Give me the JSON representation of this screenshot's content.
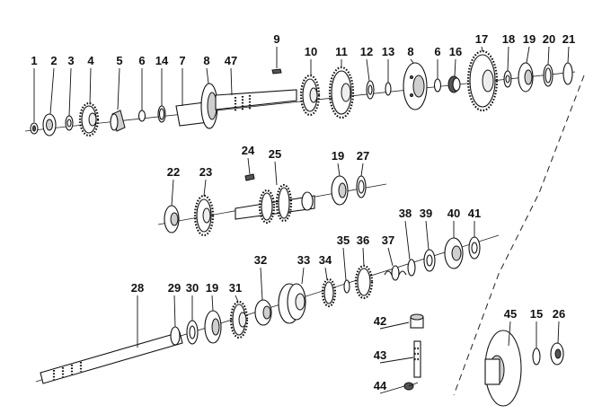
{
  "diagram": {
    "callouts": [
      {
        "id": "1",
        "label": "1"
      },
      {
        "id": "2",
        "label": "2"
      },
      {
        "id": "3",
        "label": "3"
      },
      {
        "id": "4",
        "label": "4"
      },
      {
        "id": "5",
        "label": "5"
      },
      {
        "id": "6a",
        "label": "6"
      },
      {
        "id": "14",
        "label": "14"
      },
      {
        "id": "7",
        "label": "7"
      },
      {
        "id": "8a",
        "label": "8"
      },
      {
        "id": "47",
        "label": "47"
      },
      {
        "id": "9",
        "label": "9"
      },
      {
        "id": "10",
        "label": "10"
      },
      {
        "id": "11",
        "label": "11"
      },
      {
        "id": "12",
        "label": "12"
      },
      {
        "id": "13",
        "label": "13"
      },
      {
        "id": "8b",
        "label": "8"
      },
      {
        "id": "6b",
        "label": "6"
      },
      {
        "id": "16",
        "label": "16"
      },
      {
        "id": "17",
        "label": "17"
      },
      {
        "id": "18",
        "label": "18"
      },
      {
        "id": "19a",
        "label": "19"
      },
      {
        "id": "20",
        "label": "20"
      },
      {
        "id": "21",
        "label": "21"
      },
      {
        "id": "22",
        "label": "22"
      },
      {
        "id": "23",
        "label": "23"
      },
      {
        "id": "24",
        "label": "24"
      },
      {
        "id": "25",
        "label": "25"
      },
      {
        "id": "19b",
        "label": "19"
      },
      {
        "id": "27",
        "label": "27"
      },
      {
        "id": "38",
        "label": "38"
      },
      {
        "id": "39",
        "label": "39"
      },
      {
        "id": "40",
        "label": "40"
      },
      {
        "id": "41",
        "label": "41"
      },
      {
        "id": "28",
        "label": "28"
      },
      {
        "id": "29",
        "label": "29"
      },
      {
        "id": "30",
        "label": "30"
      },
      {
        "id": "19c",
        "label": "19"
      },
      {
        "id": "31",
        "label": "31"
      },
      {
        "id": "32",
        "label": "32"
      },
      {
        "id": "33",
        "label": "33"
      },
      {
        "id": "34",
        "label": "34"
      },
      {
        "id": "35",
        "label": "35"
      },
      {
        "id": "36",
        "label": "36"
      },
      {
        "id": "37",
        "label": "37"
      },
      {
        "id": "42",
        "label": "42"
      },
      {
        "id": "43",
        "label": "43"
      },
      {
        "id": "44",
        "label": "44"
      },
      {
        "id": "45",
        "label": "45"
      },
      {
        "id": "15",
        "label": "15"
      },
      {
        "id": "26",
        "label": "26"
      }
    ]
  }
}
